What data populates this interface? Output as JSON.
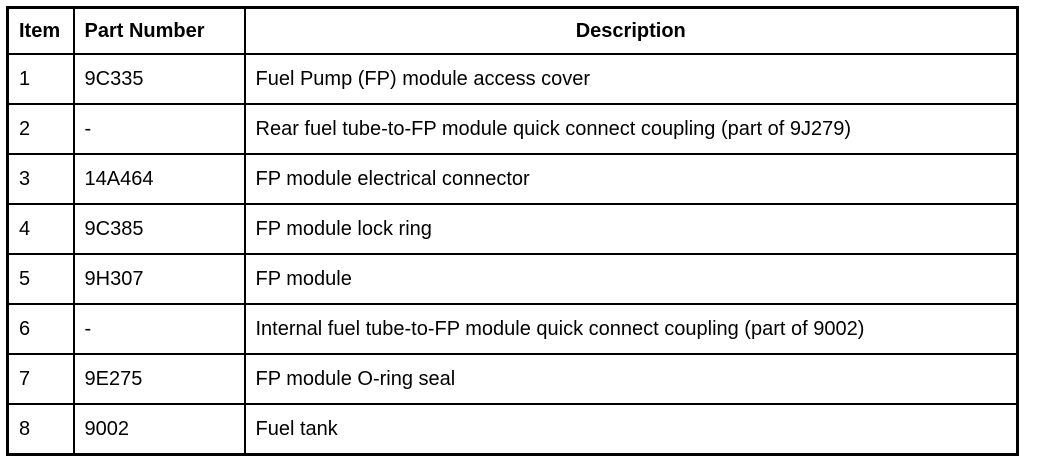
{
  "table": {
    "columns": [
      {
        "key": "item",
        "label": "Item",
        "align": "left"
      },
      {
        "key": "part_number",
        "label": "Part Number",
        "align": "left"
      },
      {
        "key": "description",
        "label": "Description",
        "align": "center"
      }
    ],
    "rows": [
      {
        "item": "1",
        "part_number": "9C335",
        "description": "Fuel Pump (FP) module access cover"
      },
      {
        "item": "2",
        "part_number": "-",
        "description": "Rear fuel tube-to-FP module quick connect coupling (part of 9J279)"
      },
      {
        "item": "3",
        "part_number": "14A464",
        "description": "FP module electrical connector"
      },
      {
        "item": "4",
        "part_number": "9C385",
        "description": "FP module lock ring"
      },
      {
        "item": "5",
        "part_number": "9H307",
        "description": "FP module"
      },
      {
        "item": "6",
        "part_number": "-",
        "description": "Internal fuel tube-to-FP module quick connect coupling (part of 9002)"
      },
      {
        "item": "7",
        "part_number": "9E275",
        "description": "FP module O-ring seal"
      },
      {
        "item": "8",
        "part_number": "9002",
        "description": "Fuel tank"
      }
    ]
  },
  "colors": {
    "border": "#000000",
    "text": "#000000",
    "background": "#ffffff"
  }
}
